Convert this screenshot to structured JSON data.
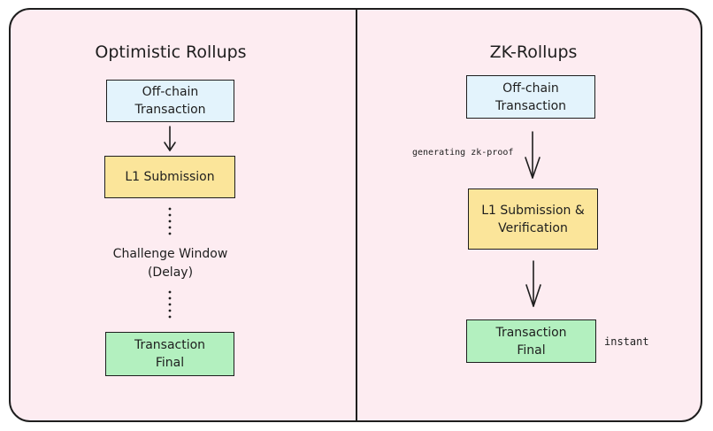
{
  "left": {
    "title": "Optimistic Rollups",
    "box_offchain": "Off-chain\nTransaction",
    "box_submission": "L1 Submission",
    "challenge_label": "Challenge Window\n(Delay)",
    "box_final": "Transaction\nFinal"
  },
  "right": {
    "title": "ZK-Rollups",
    "box_offchain": "Off-chain\nTransaction",
    "proof_note": "generating zk-proof",
    "box_submission": "L1 Submission &\nVerification",
    "box_final": "Transaction\nFinal",
    "instant_note": "instant"
  },
  "colors": {
    "background": "#fdecf1",
    "offchain": "#e3f3fc",
    "submission": "#fbe59a",
    "final": "#b3f0bf",
    "stroke": "#1e1e1e"
  }
}
